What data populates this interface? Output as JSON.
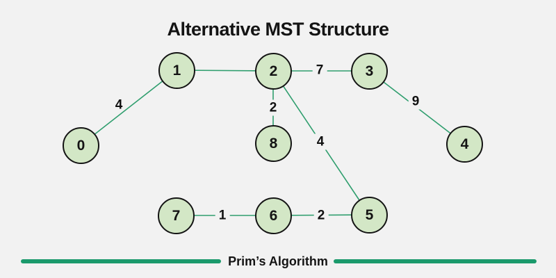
{
  "title": "Alternative MST Structure",
  "footer": {
    "label": "Prim’s Algorithm"
  },
  "colors": {
    "background": "#f2f2f2",
    "node_fill": "#d3e7c6",
    "node_stroke": "#141414",
    "edge_stroke": "#2f9e6e",
    "divider_green": "#1b9a6c",
    "text": "#141414"
  },
  "graph": {
    "type": "undirected-weighted-graph",
    "nodes": [
      {
        "id": "0",
        "label": "0"
      },
      {
        "id": "1",
        "label": "1"
      },
      {
        "id": "2",
        "label": "2"
      },
      {
        "id": "3",
        "label": "3"
      },
      {
        "id": "4",
        "label": "4"
      },
      {
        "id": "5",
        "label": "5"
      },
      {
        "id": "6",
        "label": "6"
      },
      {
        "id": "7",
        "label": "7"
      },
      {
        "id": "8",
        "label": "8"
      }
    ],
    "edges": [
      {
        "from": "0",
        "to": "1",
        "weight": "4"
      },
      {
        "from": "1",
        "to": "2",
        "weight": ""
      },
      {
        "from": "2",
        "to": "3",
        "weight": "7"
      },
      {
        "from": "2",
        "to": "8",
        "weight": "2"
      },
      {
        "from": "2",
        "to": "5",
        "weight": "4"
      },
      {
        "from": "3",
        "to": "4",
        "weight": "9"
      },
      {
        "from": "7",
        "to": "6",
        "weight": "1"
      },
      {
        "from": "6",
        "to": "5",
        "weight": "2"
      }
    ]
  }
}
